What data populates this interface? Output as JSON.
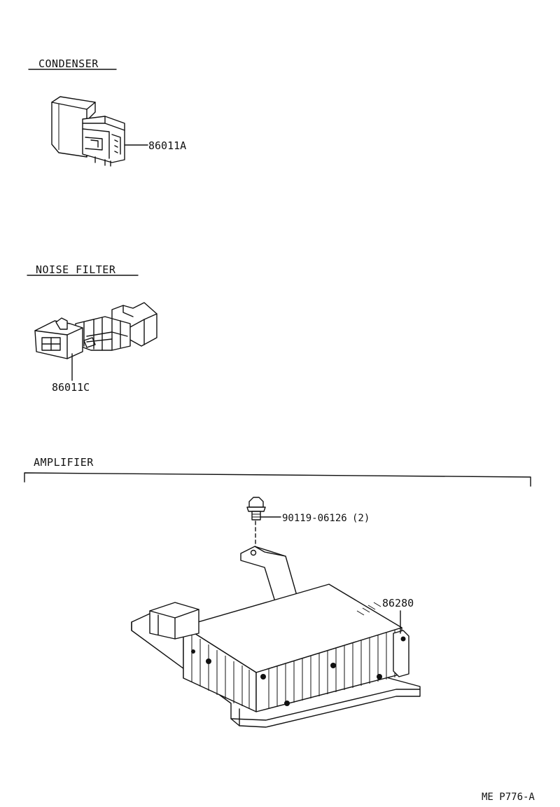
{
  "sections": {
    "condenser": {
      "title": "CONDENSER",
      "part_number": "86011A"
    },
    "noise_filter": {
      "title": "NOISE FILTER",
      "part_number": "86011C"
    },
    "amplifier": {
      "title": "AMPLIFIER",
      "bolt": {
        "part_number": "90119-06126",
        "quantity": "(2)"
      },
      "unit": {
        "part_number": "86280"
      }
    }
  },
  "footer": {
    "code": "ME  P776-A"
  }
}
